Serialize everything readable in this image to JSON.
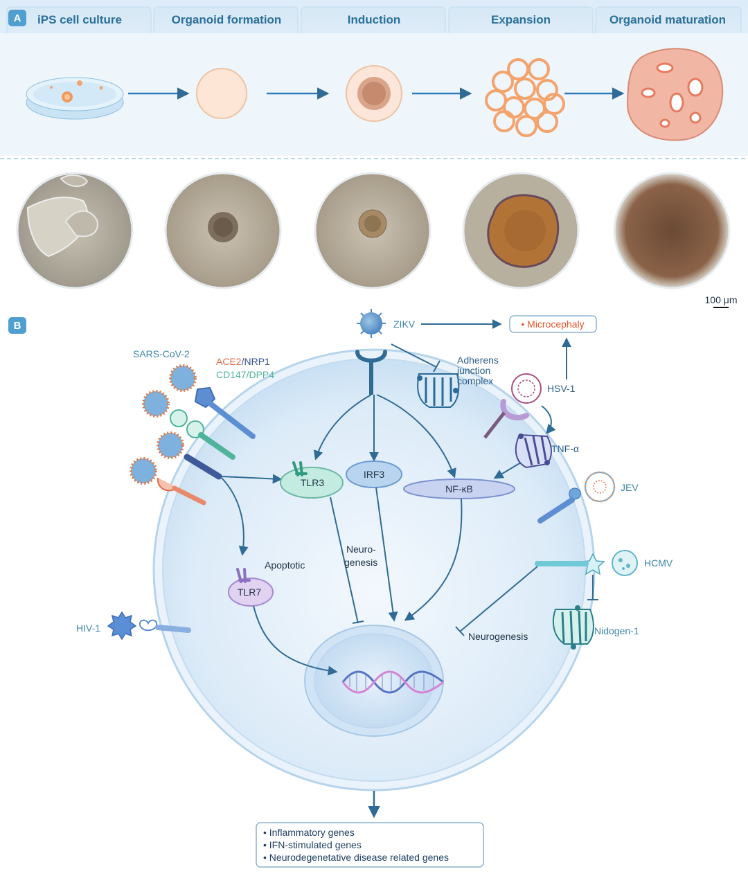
{
  "panel_a": {
    "letter": "A",
    "stages": [
      {
        "title": "iPS cell culture"
      },
      {
        "title": "Organoid formation"
      },
      {
        "title": "Induction"
      },
      {
        "title": "Expansion"
      },
      {
        "title": "Organoid maturation"
      }
    ],
    "scale_bar": "100 μm"
  },
  "panel_b": {
    "letter": "B",
    "viruses": {
      "sars": "SARS-CoV-2",
      "zikv": "ZIKV",
      "hsv": "HSV-1",
      "jev": "JEV",
      "hcmv": "HCMV",
      "hiv": "HIV-1"
    },
    "receptors": {
      "ace2": "ACE2",
      "sep1": "/",
      "nrp1": "NRP1",
      "cd147_dpp4": "CD147/DPP4"
    },
    "outcome": "• Microcephaly",
    "adherens": [
      "Adherens",
      "junction",
      "complex"
    ],
    "tnf": "TNF-α",
    "nidogen": "Nidogen-1",
    "tlr3": "TLR3",
    "irf3": "IRF3",
    "nfkb": "NF-κB",
    "tlr7": "TLR7",
    "apoptotic": "Apoptotic",
    "neurogenesis_split": [
      "Neuro-",
      "genesis"
    ],
    "neurogenesis": "Neurogenesis",
    "genes": [
      "• Inflammatory genes",
      "• IFN-stimulated genes",
      "• Neurodegenetative disease related genes"
    ]
  },
  "colors": {
    "accent": "#2a6f9b",
    "outcome_red": "#e2572d",
    "ace2": "#e06a4a",
    "nrp1": "#35528a",
    "cd147": "#4fb49a",
    "arrow": "#2f6b94"
  }
}
